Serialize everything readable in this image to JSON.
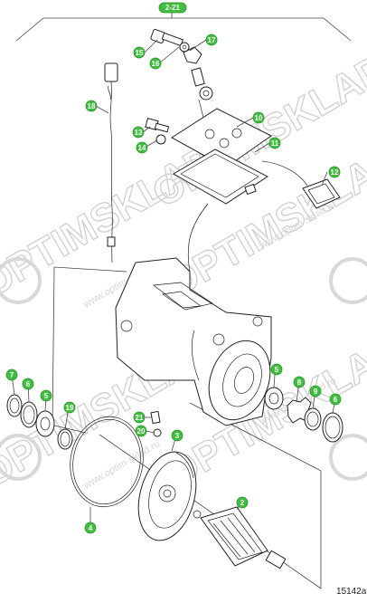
{
  "colors": {
    "badge": "#3fbf3f",
    "badge_border": "#2a8f2a",
    "watermark": "#cfcfcf"
  },
  "group_label": "2-21",
  "drawing_ref": "15142a",
  "watermark": {
    "brand": "OPTIMSKLAD",
    "url": "www.optim-sklad.ru"
  },
  "callouts": [
    {
      "id": "c15",
      "label": "15"
    },
    {
      "id": "c16",
      "label": "16"
    },
    {
      "id": "c17",
      "label": "17"
    },
    {
      "id": "c18",
      "label": "18"
    },
    {
      "id": "c13",
      "label": "13"
    },
    {
      "id": "c14",
      "label": "14"
    },
    {
      "id": "c10",
      "label": "10"
    },
    {
      "id": "c11",
      "label": "11"
    },
    {
      "id": "c12",
      "label": "12"
    },
    {
      "id": "c7",
      "label": "7"
    },
    {
      "id": "c6a",
      "label": "6"
    },
    {
      "id": "c5a",
      "label": "5"
    },
    {
      "id": "c19",
      "label": "19"
    },
    {
      "id": "c5b",
      "label": "5"
    },
    {
      "id": "c8",
      "label": "8"
    },
    {
      "id": "c9",
      "label": "9"
    },
    {
      "id": "c6b",
      "label": "6"
    },
    {
      "id": "c21",
      "label": "21"
    },
    {
      "id": "c20",
      "label": "20"
    },
    {
      "id": "c3",
      "label": "3"
    },
    {
      "id": "c4",
      "label": "4"
    },
    {
      "id": "c2",
      "label": "2"
    }
  ]
}
